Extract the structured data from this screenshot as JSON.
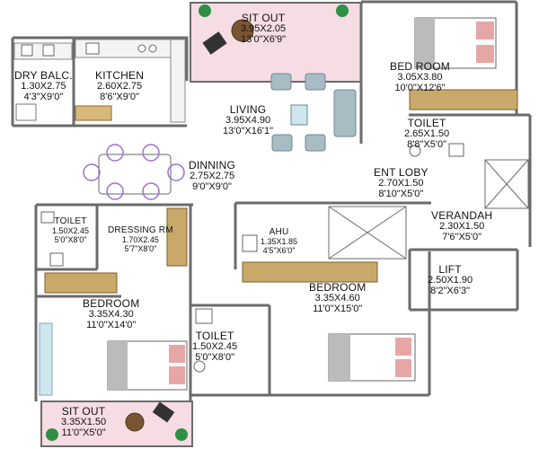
{
  "rooms": {
    "sitout_top": {
      "name": "SIT OUT",
      "metric": "3.95X2.05",
      "imperial": "13'0\"X6'9\""
    },
    "dry_balcony": {
      "name": "DRY BALC.",
      "metric": "1.30X2.75",
      "imperial": "4'3\"X9'0\""
    },
    "kitchen": {
      "name": "KITCHEN",
      "metric": "2.60X2.75",
      "imperial": "8'6\"X9'0\""
    },
    "living": {
      "name": "LIVING",
      "metric": "3.95X4.90",
      "imperial": "13'0\"X16'1\""
    },
    "bedroom_tr": {
      "name": "BED ROOM",
      "metric": "3.05X3.80",
      "imperial": "10'0\"X12'6\""
    },
    "toilet_tr": {
      "name": "TOILET",
      "metric": "2.65X1.50",
      "imperial": "8'8\"X5'0\""
    },
    "dining": {
      "name": "DINNING",
      "metric": "2.75X2.75",
      "imperial": "9'0\"X9'0\""
    },
    "ent_lobby": {
      "name": "ENT LOBY",
      "metric": "2.70X1.50",
      "imperial": "8'10\"X5'0\""
    },
    "verandah": {
      "name": "VERANDAH",
      "metric": "2.30X1.50",
      "imperial": "7'6\"X5'0\""
    },
    "toilet_l": {
      "name": "TOILET",
      "metric": "1.50X2.45",
      "imperial": "5'0\"X8'0\""
    },
    "dressing": {
      "name": "DRESSING RM",
      "metric": "1.70X2.45",
      "imperial": "5'7\"X8'0\""
    },
    "ahu": {
      "name": "AHU",
      "metric": "1.35X1.85",
      "imperial": "4'5\"X6'0\""
    },
    "lift": {
      "name": "LIFT",
      "metric": "2.50X1.90",
      "imperial": "8'2\"X6'3\""
    },
    "bedroom_m": {
      "name": "BEDROOM",
      "metric": "3.35X4.60",
      "imperial": "11'0\"X15'0\""
    },
    "bedroom_l": {
      "name": "BEDROOM",
      "metric": "3.35X4.30",
      "imperial": "11'0\"X14'0\""
    },
    "toilet_c": {
      "name": "TOILET",
      "metric": "1.50X2.45",
      "imperial": "5'0\"X8'0\""
    },
    "sitout_bot": {
      "name": "SIT OUT",
      "metric": "3.35X1.50",
      "imperial": "11'0\"X5'0\""
    }
  },
  "colors": {
    "wall": "#6b6b6b",
    "sitout_fill": "#f6dce3",
    "furniture_wood": "#c9a96a",
    "bed_pillow": "#e7a6a6",
    "sofa": "#a9bcc4",
    "chair_ring": "#9b6fd1",
    "plant": "#2f8f46",
    "glass": "#cfe6ef"
  }
}
